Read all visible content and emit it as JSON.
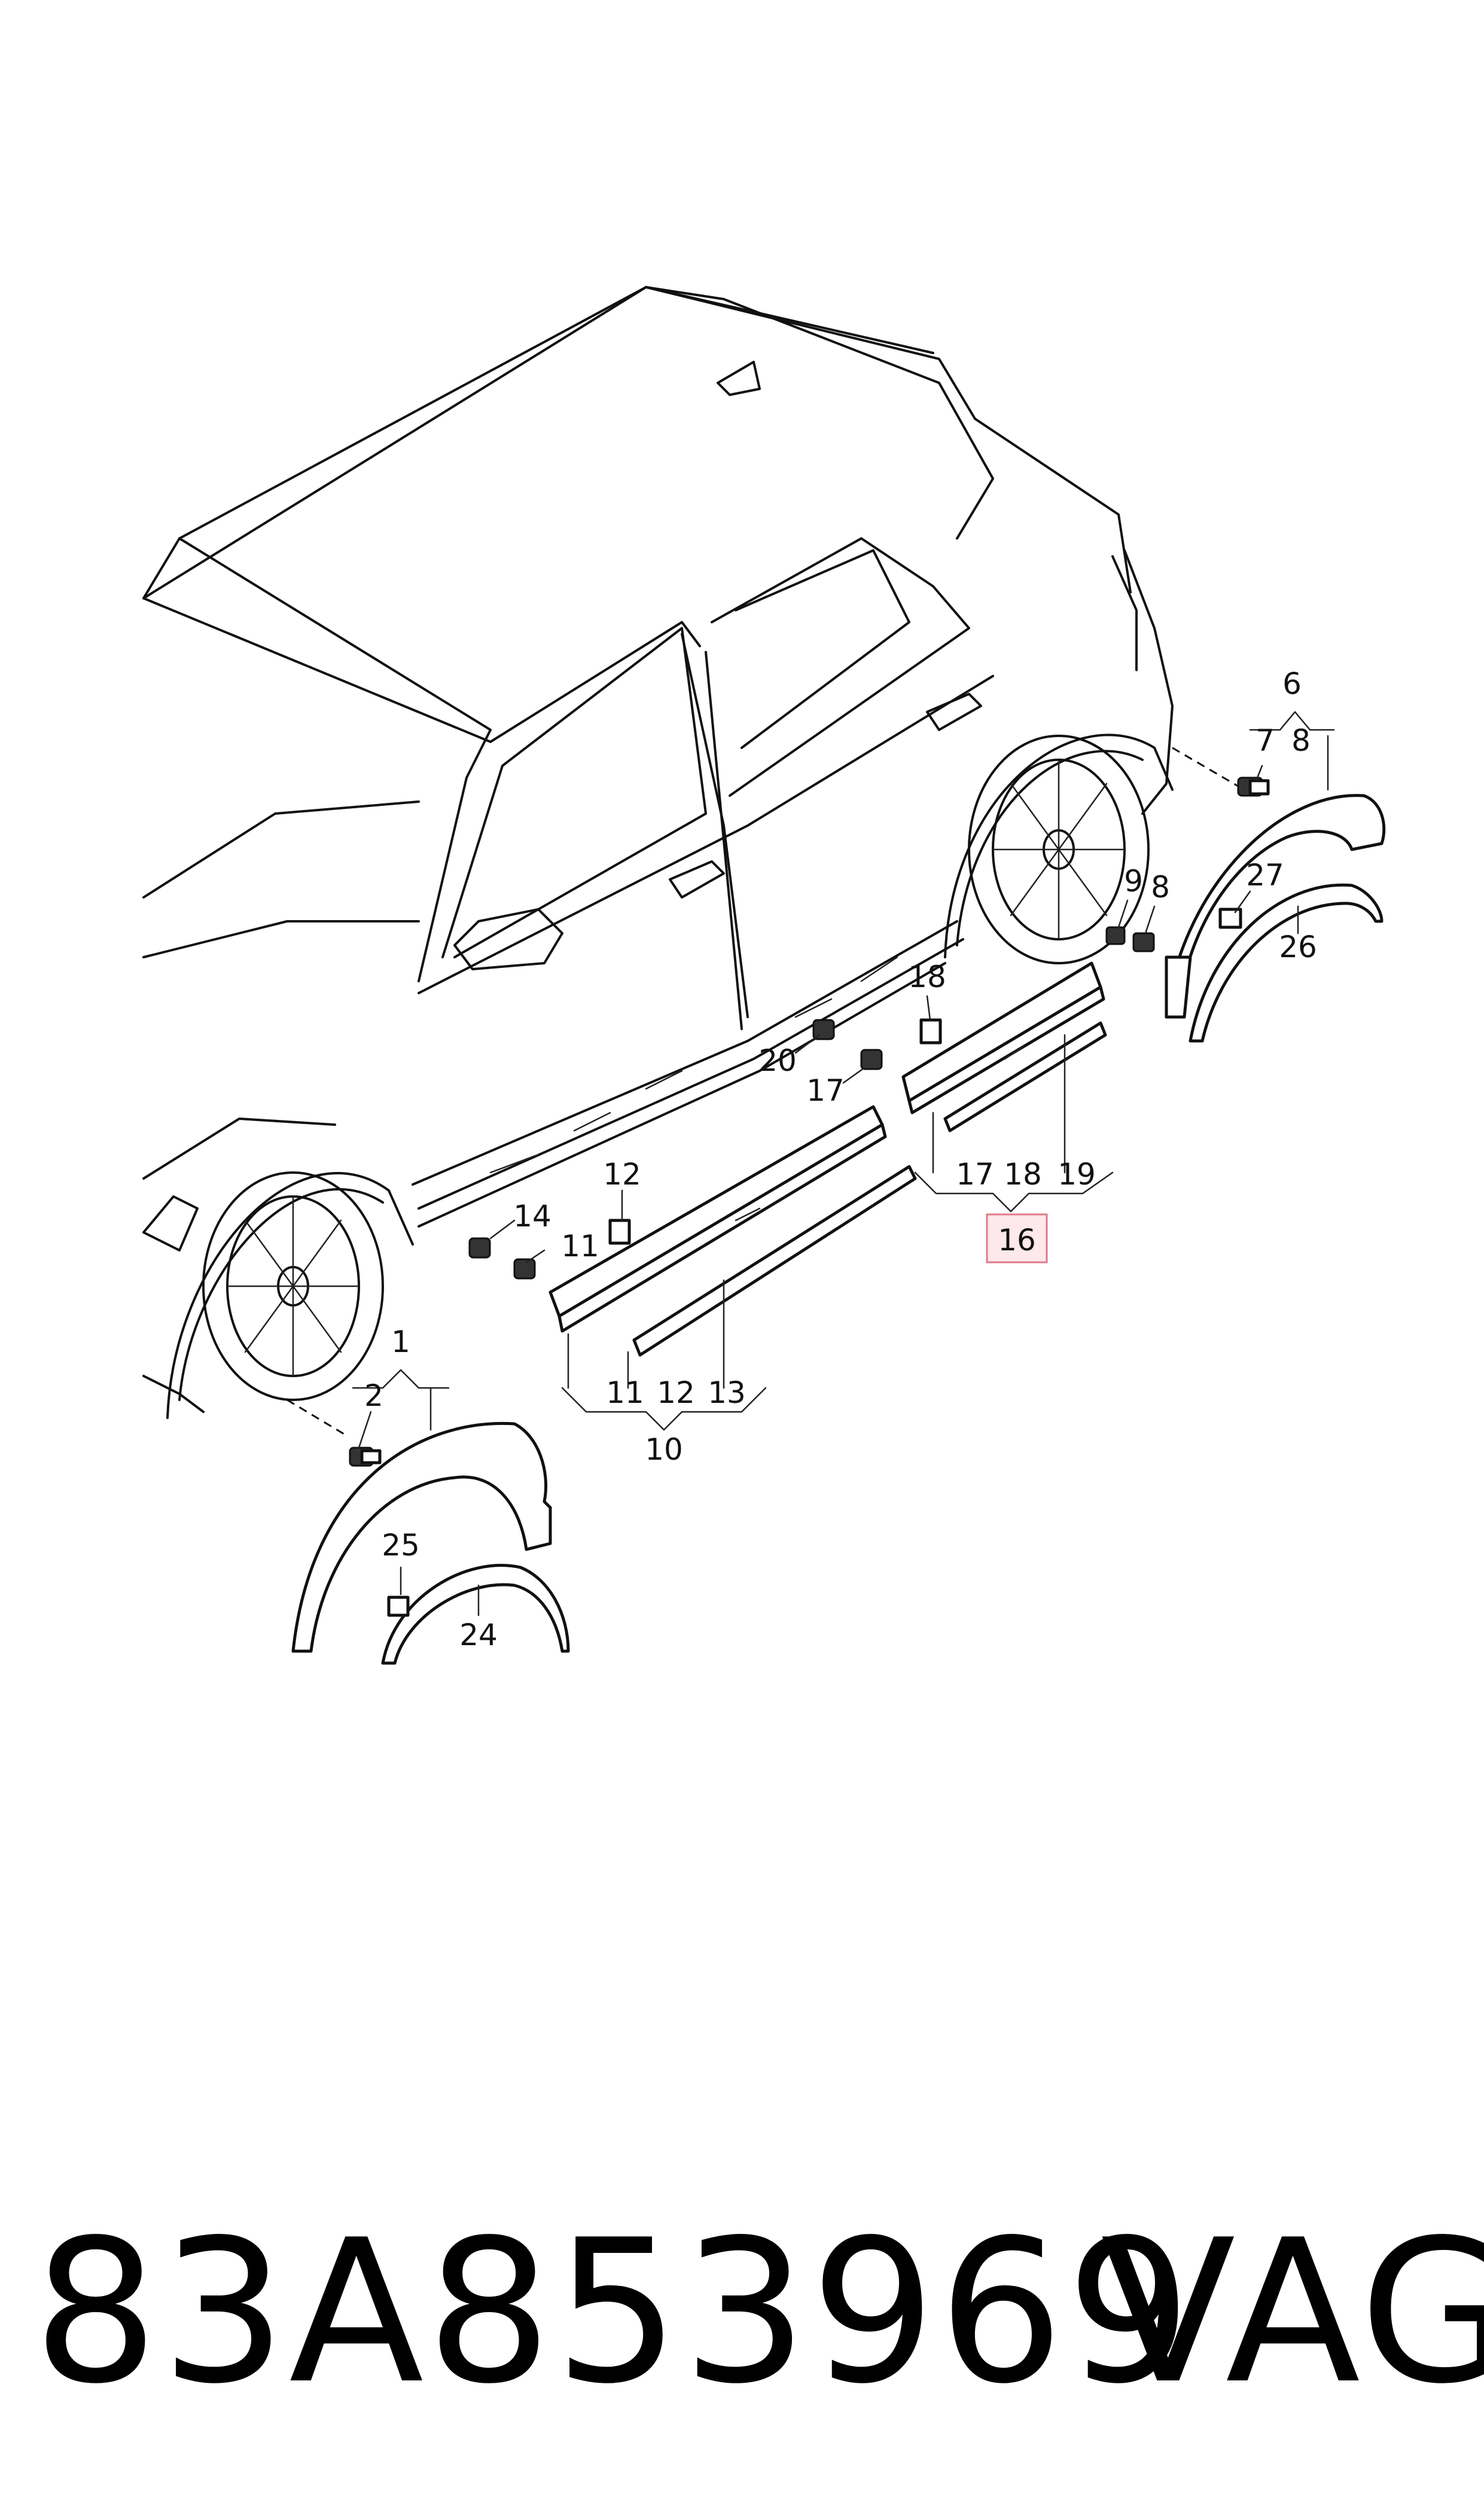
{
  "footer": {
    "part_number": "83A853969",
    "brand": "VAG"
  },
  "callouts": {
    "c1": "1",
    "c2": "2",
    "c6": "6",
    "c7": "7",
    "c8a": "8",
    "c8b": "8",
    "c9": "9",
    "c10": "10",
    "c11a": "11",
    "c11b": "11",
    "c12a": "12",
    "c12b": "12",
    "c13": "13",
    "c14": "14",
    "c16": "16",
    "c17a": "17",
    "c17b": "17",
    "c18a": "18",
    "c18b": "18",
    "c19": "19",
    "c20": "20",
    "c24": "24",
    "c25": "25",
    "c26": "26",
    "c27": "27"
  },
  "highlight": {
    "color": "#e07a8a"
  }
}
